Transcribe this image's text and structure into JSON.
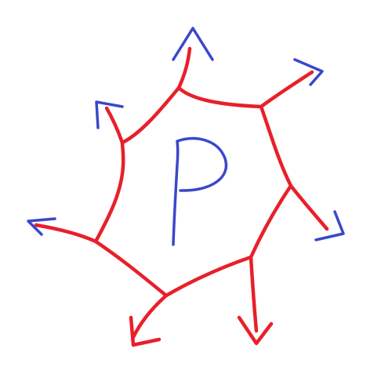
{
  "diagram": {
    "center_label": "P",
    "colors": {
      "background": "#ffffff",
      "outline": "#e8202a",
      "arrowheads": "#3a48c8",
      "letter": "#3a48c8"
    },
    "arrow_count": 7,
    "arrow_directions": [
      "up",
      "up-right",
      "right-down",
      "down",
      "down-left",
      "left",
      "up-left"
    ]
  }
}
